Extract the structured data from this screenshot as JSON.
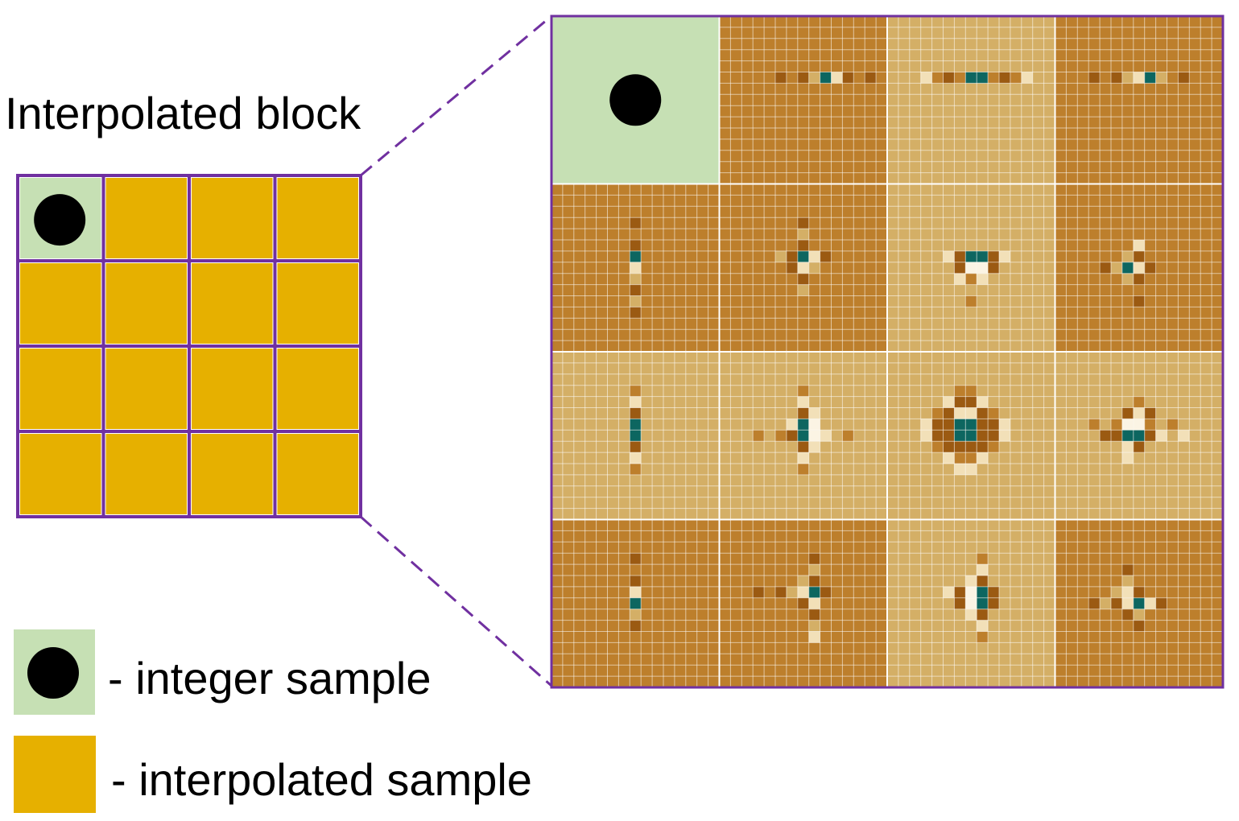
{
  "title": "Interpolated block",
  "legend": {
    "integer_label": "- integer sample",
    "interpolated_label": "- interpolated sample"
  },
  "colors": {
    "border": "#7030A0",
    "integer_fill": "#C6E0B4",
    "interpolated_fill": "#E6B000",
    "marker": "#000000",
    "heat_dark": "#9B5A12",
    "heat_medium": "#BD7F2C",
    "heat_light": "#D4AF66",
    "heat_cream": "#F2E0B8",
    "heat_highlight": "#FBF4E4",
    "heat_teal": "#0D6660"
  },
  "blocks": [
    {
      "row": 0,
      "col": 0,
      "type": "integer"
    },
    {
      "row": 0,
      "col": 1,
      "type": "interpolated"
    },
    {
      "row": 0,
      "col": 2,
      "type": "interpolated"
    },
    {
      "row": 0,
      "col": 3,
      "type": "interpolated"
    },
    {
      "row": 1,
      "col": 0,
      "type": "interpolated"
    },
    {
      "row": 1,
      "col": 1,
      "type": "interpolated"
    },
    {
      "row": 1,
      "col": 2,
      "type": "interpolated"
    },
    {
      "row": 1,
      "col": 3,
      "type": "interpolated"
    },
    {
      "row": 2,
      "col": 0,
      "type": "interpolated"
    },
    {
      "row": 2,
      "col": 1,
      "type": "interpolated"
    },
    {
      "row": 2,
      "col": 2,
      "type": "interpolated"
    },
    {
      "row": 2,
      "col": 3,
      "type": "interpolated"
    },
    {
      "row": 3,
      "col": 0,
      "type": "interpolated"
    },
    {
      "row": 3,
      "col": 1,
      "type": "interpolated"
    },
    {
      "row": 3,
      "col": 2,
      "type": "interpolated"
    },
    {
      "row": 3,
      "col": 3,
      "type": "interpolated"
    }
  ],
  "filter_maps": [
    {
      "id": "0-0",
      "type": "integer"
    },
    {
      "id": "0-1",
      "background": "medium",
      "cells": [
        {
          "c": 5,
          "r": 5,
          "v": "dark"
        },
        {
          "c": 7,
          "r": 5,
          "v": "dark"
        },
        {
          "c": 8,
          "r": 5,
          "v": "light"
        },
        {
          "c": 9,
          "r": 5,
          "v": "teal"
        },
        {
          "c": 10,
          "r": 5,
          "v": "cream"
        },
        {
          "c": 11,
          "r": 5,
          "v": "dark"
        },
        {
          "c": 13,
          "r": 5,
          "v": "dark"
        }
      ]
    },
    {
      "id": "0-2",
      "background": "light",
      "cells": [
        {
          "c": 3,
          "r": 5,
          "v": "cream"
        },
        {
          "c": 4,
          "r": 5,
          "v": "medium"
        },
        {
          "c": 5,
          "r": 5,
          "v": "dark"
        },
        {
          "c": 6,
          "r": 5,
          "v": "medium"
        },
        {
          "c": 7,
          "r": 5,
          "v": "teal"
        },
        {
          "c": 8,
          "r": 5,
          "v": "teal"
        },
        {
          "c": 9,
          "r": 5,
          "v": "medium"
        },
        {
          "c": 10,
          "r": 5,
          "v": "dark"
        },
        {
          "c": 11,
          "r": 5,
          "v": "medium"
        },
        {
          "c": 12,
          "r": 5,
          "v": "cream"
        }
      ]
    },
    {
      "id": "0-3",
      "background": "medium",
      "cells": [
        {
          "c": 3,
          "r": 5,
          "v": "dark"
        },
        {
          "c": 5,
          "r": 5,
          "v": "dark"
        },
        {
          "c": 6,
          "r": 5,
          "v": "light"
        },
        {
          "c": 7,
          "r": 5,
          "v": "cream"
        },
        {
          "c": 8,
          "r": 5,
          "v": "teal"
        },
        {
          "c": 9,
          "r": 5,
          "v": "light"
        },
        {
          "c": 11,
          "r": 5,
          "v": "dark"
        }
      ]
    },
    {
      "id": "1-0",
      "background": "medium",
      "cells": [
        {
          "c": 7,
          "r": 3,
          "v": "dark"
        },
        {
          "c": 7,
          "r": 5,
          "v": "dark"
        },
        {
          "c": 7,
          "r": 6,
          "v": "teal"
        },
        {
          "c": 7,
          "r": 7,
          "v": "cream"
        },
        {
          "c": 7,
          "r": 8,
          "v": "light"
        },
        {
          "c": 7,
          "r": 9,
          "v": "dark"
        },
        {
          "c": 7,
          "r": 10,
          "v": "light"
        },
        {
          "c": 7,
          "r": 11,
          "v": "dark"
        }
      ]
    },
    {
      "id": "1-1",
      "background": "medium",
      "cells": [
        {
          "c": 7,
          "r": 3,
          "v": "dark"
        },
        {
          "c": 7,
          "r": 4,
          "v": "light"
        },
        {
          "c": 7,
          "r": 5,
          "v": "dark"
        },
        {
          "c": 5,
          "r": 6,
          "v": "light"
        },
        {
          "c": 6,
          "r": 6,
          "v": "dark"
        },
        {
          "c": 7,
          "r": 6,
          "v": "teal"
        },
        {
          "c": 8,
          "r": 6,
          "v": "cream"
        },
        {
          "c": 9,
          "r": 6,
          "v": "dark"
        },
        {
          "c": 6,
          "r": 7,
          "v": "dark"
        },
        {
          "c": 7,
          "r": 7,
          "v": "cream"
        },
        {
          "c": 8,
          "r": 7,
          "v": "light"
        },
        {
          "c": 7,
          "r": 8,
          "v": "dark"
        },
        {
          "c": 7,
          "r": 9,
          "v": "light"
        }
      ]
    },
    {
      "id": "1-2",
      "background": "light",
      "cells": [
        {
          "c": 5,
          "r": 6,
          "v": "cream"
        },
        {
          "c": 6,
          "r": 6,
          "v": "dark"
        },
        {
          "c": 7,
          "r": 6,
          "v": "teal"
        },
        {
          "c": 8,
          "r": 6,
          "v": "teal"
        },
        {
          "c": 9,
          "r": 6,
          "v": "dark"
        },
        {
          "c": 10,
          "r": 6,
          "v": "cream"
        },
        {
          "c": 6,
          "r": 7,
          "v": "dark"
        },
        {
          "c": 7,
          "r": 7,
          "v": "highlight"
        },
        {
          "c": 8,
          "r": 7,
          "v": "highlight"
        },
        {
          "c": 9,
          "r": 7,
          "v": "dark"
        },
        {
          "c": 6,
          "r": 8,
          "v": "cream"
        },
        {
          "c": 7,
          "r": 8,
          "v": "medium"
        },
        {
          "c": 8,
          "r": 8,
          "v": "cream"
        },
        {
          "c": 7,
          "r": 10,
          "v": "medium"
        }
      ]
    },
    {
      "id": "1-3",
      "background": "medium",
      "cells": [
        {
          "c": 7,
          "r": 5,
          "v": "cream"
        },
        {
          "c": 6,
          "r": 6,
          "v": "light"
        },
        {
          "c": 7,
          "r": 6,
          "v": "dark"
        },
        {
          "c": 4,
          "r": 7,
          "v": "dark"
        },
        {
          "c": 5,
          "r": 7,
          "v": "light"
        },
        {
          "c": 6,
          "r": 7,
          "v": "teal"
        },
        {
          "c": 7,
          "r": 7,
          "v": "cream"
        },
        {
          "c": 8,
          "r": 7,
          "v": "dark"
        },
        {
          "c": 6,
          "r": 8,
          "v": "light"
        },
        {
          "c": 7,
          "r": 8,
          "v": "dark"
        },
        {
          "c": 7,
          "r": 10,
          "v": "dark"
        }
      ]
    },
    {
      "id": "2-0",
      "background": "light",
      "cells": [
        {
          "c": 7,
          "r": 3,
          "v": "medium"
        },
        {
          "c": 7,
          "r": 4,
          "v": "cream"
        },
        {
          "c": 7,
          "r": 5,
          "v": "dark"
        },
        {
          "c": 7,
          "r": 6,
          "v": "teal"
        },
        {
          "c": 7,
          "r": 7,
          "v": "teal"
        },
        {
          "c": 7,
          "r": 8,
          "v": "dark"
        },
        {
          "c": 7,
          "r": 9,
          "v": "cream"
        },
        {
          "c": 7,
          "r": 10,
          "v": "medium"
        }
      ]
    },
    {
      "id": "2-1",
      "background": "light",
      "cells": [
        {
          "c": 7,
          "r": 3,
          "v": "medium"
        },
        {
          "c": 7,
          "r": 4,
          "v": "cream"
        },
        {
          "c": 7,
          "r": 5,
          "v": "dark"
        },
        {
          "c": 8,
          "r": 5,
          "v": "cream"
        },
        {
          "c": 3,
          "r": 7,
          "v": "medium"
        },
        {
          "c": 5,
          "r": 7,
          "v": "medium"
        },
        {
          "c": 6,
          "r": 7,
          "v": "dark"
        },
        {
          "c": 7,
          "r": 7,
          "v": "teal"
        },
        {
          "c": 8,
          "r": 7,
          "v": "highlight"
        },
        {
          "c": 9,
          "r": 7,
          "v": "cream"
        },
        {
          "c": 11,
          "r": 7,
          "v": "medium"
        },
        {
          "c": 6,
          "r": 6,
          "v": "cream"
        },
        {
          "c": 7,
          "r": 6,
          "v": "teal"
        },
        {
          "c": 8,
          "r": 6,
          "v": "highlight"
        },
        {
          "c": 7,
          "r": 8,
          "v": "dark"
        },
        {
          "c": 8,
          "r": 8,
          "v": "cream"
        },
        {
          "c": 7,
          "r": 9,
          "v": "cream"
        },
        {
          "c": 7,
          "r": 10,
          "v": "medium"
        }
      ]
    },
    {
      "id": "2-2",
      "background": "light",
      "cells": [
        {
          "c": 6,
          "r": 3,
          "v": "medium"
        },
        {
          "c": 7,
          "r": 3,
          "v": "medium"
        },
        {
          "c": 5,
          "r": 4,
          "v": "cream"
        },
        {
          "c": 6,
          "r": 4,
          "v": "dark"
        },
        {
          "c": 7,
          "r": 4,
          "v": "dark"
        },
        {
          "c": 8,
          "r": 4,
          "v": "cream"
        },
        {
          "c": 4,
          "r": 5,
          "v": "medium"
        },
        {
          "c": 5,
          "r": 5,
          "v": "dark"
        },
        {
          "c": 6,
          "r": 5,
          "v": "cream"
        },
        {
          "c": 7,
          "r": 5,
          "v": "cream"
        },
        {
          "c": 8,
          "r": 5,
          "v": "dark"
        },
        {
          "c": 9,
          "r": 5,
          "v": "medium"
        },
        {
          "c": 3,
          "r": 6,
          "v": "cream"
        },
        {
          "c": 4,
          "r": 6,
          "v": "dark"
        },
        {
          "c": 5,
          "r": 6,
          "v": "dark"
        },
        {
          "c": 6,
          "r": 6,
          "v": "teal"
        },
        {
          "c": 7,
          "r": 6,
          "v": "teal"
        },
        {
          "c": 8,
          "r": 6,
          "v": "dark"
        },
        {
          "c": 9,
          "r": 6,
          "v": "dark"
        },
        {
          "c": 10,
          "r": 6,
          "v": "cream"
        },
        {
          "c": 3,
          "r": 7,
          "v": "cream"
        },
        {
          "c": 4,
          "r": 7,
          "v": "dark"
        },
        {
          "c": 5,
          "r": 7,
          "v": "dark"
        },
        {
          "c": 6,
          "r": 7,
          "v": "teal"
        },
        {
          "c": 7,
          "r": 7,
          "v": "teal"
        },
        {
          "c": 8,
          "r": 7,
          "v": "dark"
        },
        {
          "c": 9,
          "r": 7,
          "v": "dark"
        },
        {
          "c": 10,
          "r": 7,
          "v": "cream"
        },
        {
          "c": 4,
          "r": 8,
          "v": "medium"
        },
        {
          "c": 5,
          "r": 8,
          "v": "dark"
        },
        {
          "c": 6,
          "r": 8,
          "v": "dark"
        },
        {
          "c": 7,
          "r": 8,
          "v": "dark"
        },
        {
          "c": 8,
          "r": 8,
          "v": "dark"
        },
        {
          "c": 9,
          "r": 8,
          "v": "medium"
        },
        {
          "c": 5,
          "r": 9,
          "v": "cream"
        },
        {
          "c": 6,
          "r": 9,
          "v": "medium"
        },
        {
          "c": 7,
          "r": 9,
          "v": "medium"
        },
        {
          "c": 8,
          "r": 9,
          "v": "cream"
        },
        {
          "c": 6,
          "r": 10,
          "v": "cream"
        },
        {
          "c": 7,
          "r": 10,
          "v": "cream"
        }
      ]
    },
    {
      "id": "2-3",
      "background": "light",
      "cells": [
        {
          "c": 7,
          "r": 4,
          "v": "medium"
        },
        {
          "c": 6,
          "r": 5,
          "v": "dark"
        },
        {
          "c": 7,
          "r": 5,
          "v": "cream"
        },
        {
          "c": 8,
          "r": 5,
          "v": "dark"
        },
        {
          "c": 3,
          "r": 6,
          "v": "medium"
        },
        {
          "c": 5,
          "r": 6,
          "v": "medium"
        },
        {
          "c": 6,
          "r": 6,
          "v": "highlight"
        },
        {
          "c": 7,
          "r": 6,
          "v": "highlight"
        },
        {
          "c": 8,
          "r": 6,
          "v": "medium"
        },
        {
          "c": 10,
          "r": 6,
          "v": "medium"
        },
        {
          "c": 4,
          "r": 7,
          "v": "dark"
        },
        {
          "c": 5,
          "r": 7,
          "v": "dark"
        },
        {
          "c": 6,
          "r": 7,
          "v": "teal"
        },
        {
          "c": 7,
          "r": 7,
          "v": "teal"
        },
        {
          "c": 8,
          "r": 7,
          "v": "dark"
        },
        {
          "c": 9,
          "r": 7,
          "v": "cream"
        },
        {
          "c": 11,
          "r": 7,
          "v": "cream"
        },
        {
          "c": 6,
          "r": 8,
          "v": "cream"
        },
        {
          "c": 7,
          "r": 8,
          "v": "dark"
        },
        {
          "c": 6,
          "r": 9,
          "v": "cream"
        }
      ]
    },
    {
      "id": "3-0",
      "background": "medium",
      "cells": [
        {
          "c": 7,
          "r": 3,
          "v": "dark"
        },
        {
          "c": 7,
          "r": 5,
          "v": "dark"
        },
        {
          "c": 7,
          "r": 6,
          "v": "cream"
        },
        {
          "c": 7,
          "r": 7,
          "v": "teal"
        },
        {
          "c": 7,
          "r": 8,
          "v": "light"
        },
        {
          "c": 7,
          "r": 9,
          "v": "dark"
        }
      ]
    },
    {
      "id": "3-1",
      "background": "medium",
      "cells": [
        {
          "c": 8,
          "r": 3,
          "v": "dark"
        },
        {
          "c": 8,
          "r": 4,
          "v": "light"
        },
        {
          "c": 7,
          "r": 5,
          "v": "light"
        },
        {
          "c": 8,
          "r": 5,
          "v": "dark"
        },
        {
          "c": 3,
          "r": 6,
          "v": "dark"
        },
        {
          "c": 5,
          "r": 6,
          "v": "dark"
        },
        {
          "c": 6,
          "r": 6,
          "v": "light"
        },
        {
          "c": 7,
          "r": 6,
          "v": "cream"
        },
        {
          "c": 8,
          "r": 6,
          "v": "teal"
        },
        {
          "c": 9,
          "r": 6,
          "v": "dark"
        },
        {
          "c": 7,
          "r": 7,
          "v": "dark"
        },
        {
          "c": 8,
          "r": 7,
          "v": "cream"
        },
        {
          "c": 8,
          "r": 8,
          "v": "dark"
        },
        {
          "c": 8,
          "r": 9,
          "v": "light"
        },
        {
          "c": 8,
          "r": 10,
          "v": "cream"
        }
      ]
    },
    {
      "id": "3-2",
      "background": "light",
      "cells": [
        {
          "c": 8,
          "r": 3,
          "v": "medium"
        },
        {
          "c": 8,
          "r": 4,
          "v": "cream"
        },
        {
          "c": 7,
          "r": 5,
          "v": "cream"
        },
        {
          "c": 8,
          "r": 5,
          "v": "dark"
        },
        {
          "c": 5,
          "r": 6,
          "v": "cream"
        },
        {
          "c": 6,
          "r": 6,
          "v": "dark"
        },
        {
          "c": 7,
          "r": 6,
          "v": "highlight"
        },
        {
          "c": 8,
          "r": 6,
          "v": "teal"
        },
        {
          "c": 9,
          "r": 6,
          "v": "dark"
        },
        {
          "c": 6,
          "r": 7,
          "v": "dark"
        },
        {
          "c": 7,
          "r": 7,
          "v": "highlight"
        },
        {
          "c": 8,
          "r": 7,
          "v": "teal"
        },
        {
          "c": 9,
          "r": 7,
          "v": "dark"
        },
        {
          "c": 7,
          "r": 8,
          "v": "cream"
        },
        {
          "c": 8,
          "r": 8,
          "v": "dark"
        },
        {
          "c": 8,
          "r": 9,
          "v": "cream"
        },
        {
          "c": 8,
          "r": 10,
          "v": "medium"
        }
      ]
    },
    {
      "id": "3-3",
      "background": "medium",
      "cells": [
        {
          "c": 6,
          "r": 4,
          "v": "dark"
        },
        {
          "c": 6,
          "r": 5,
          "v": "light"
        },
        {
          "c": 5,
          "r": 6,
          "v": "light"
        },
        {
          "c": 6,
          "r": 6,
          "v": "cream"
        },
        {
          "c": 7,
          "r": 6,
          "v": "dark"
        },
        {
          "c": 3,
          "r": 7,
          "v": "dark"
        },
        {
          "c": 4,
          "r": 7,
          "v": "light"
        },
        {
          "c": 5,
          "r": 7,
          "v": "dark"
        },
        {
          "c": 6,
          "r": 7,
          "v": "cream"
        },
        {
          "c": 7,
          "r": 7,
          "v": "teal"
        },
        {
          "c": 8,
          "r": 7,
          "v": "cream"
        },
        {
          "c": 9,
          "r": 7,
          "v": "dark"
        },
        {
          "c": 6,
          "r": 8,
          "v": "dark"
        },
        {
          "c": 7,
          "r": 8,
          "v": "light"
        },
        {
          "c": 7,
          "r": 9,
          "v": "dark"
        }
      ]
    }
  ]
}
